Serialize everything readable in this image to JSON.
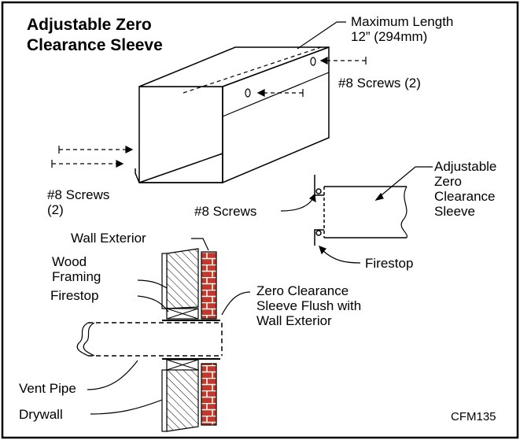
{
  "title_line1": "Adjustable Zero",
  "title_line2": "Clearance Sleeve",
  "labels": {
    "max_length_1": "Maximum Length",
    "max_length_2": "12” (294mm)",
    "screws_top": "#8 Screws (2)",
    "screws_left_1": "#8 Screws",
    "screws_left_2": "(2)",
    "screws_detail": "#8 Screws",
    "adj_1": "Adjustable",
    "adj_2": "Zero",
    "adj_3": "Clearance",
    "adj_4": "Sleeve",
    "firestop_detail": "Firestop",
    "wall_exterior": "Wall Exterior",
    "wood_1": "Wood",
    "wood_2": "Framing",
    "firestop_section": "Firestop",
    "zc_1": "Zero Clearance",
    "zc_2": "Sleeve Flush with",
    "zc_3": "Wall Exterior",
    "vent_pipe": "Vent Pipe",
    "drywall": "Drywall",
    "code": "CFM135"
  },
  "colors": {
    "line": "#000000",
    "brick": "#c0392b",
    "mortar": "#ffffff"
  }
}
